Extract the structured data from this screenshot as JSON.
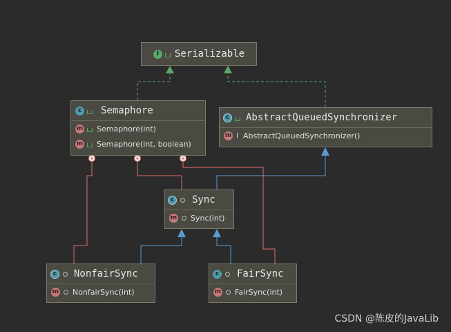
{
  "colors": {
    "background": "#2b2b2b",
    "node_fill": "#4a4a42",
    "inner_class_edge": "#e06c6c",
    "extends_edge": "#5b9bd5",
    "implements_edge": "#59a869"
  },
  "nodes": {
    "serializable": {
      "title": "Serializable",
      "icon": "interface-icon",
      "visibility": "public"
    },
    "semaphore": {
      "title": "Semaphore",
      "icon": "class-icon",
      "visibility": "public",
      "methods": [
        "Semaphore(int)",
        "Semaphore(int, boolean)"
      ]
    },
    "aqs": {
      "title": "AbstractQueuedSynchronizer",
      "icon": "abstract-class-icon",
      "visibility": "public",
      "methods": [
        "AbstractQueuedSynchronizer()"
      ]
    },
    "sync": {
      "title": "Sync",
      "icon": "abstract-class-icon",
      "visibility": "package",
      "methods": [
        "Sync(int)"
      ]
    },
    "nonfair": {
      "title": "NonfairSync",
      "icon": "class-icon",
      "visibility": "package",
      "methods": [
        "NonfairSync(int)"
      ]
    },
    "fair": {
      "title": "FairSync",
      "icon": "class-icon",
      "visibility": "package",
      "methods": [
        "FairSync(int)"
      ]
    }
  },
  "relations": [
    {
      "from": "Semaphore",
      "to": "Serializable",
      "kind": "implements"
    },
    {
      "from": "AbstractQueuedSynchronizer",
      "to": "Serializable",
      "kind": "implements"
    },
    {
      "from": "Sync",
      "to": "AbstractQueuedSynchronizer",
      "kind": "extends"
    },
    {
      "from": "NonfairSync",
      "to": "Sync",
      "kind": "extends"
    },
    {
      "from": "FairSync",
      "to": "Sync",
      "kind": "extends"
    },
    {
      "from": "Semaphore",
      "to": "Sync",
      "kind": "inner-class"
    },
    {
      "from": "Semaphore",
      "to": "NonfairSync",
      "kind": "inner-class"
    },
    {
      "from": "Semaphore",
      "to": "FairSync",
      "kind": "inner-class"
    }
  ],
  "watermark": "CSDN @陈皮的JavaLib"
}
